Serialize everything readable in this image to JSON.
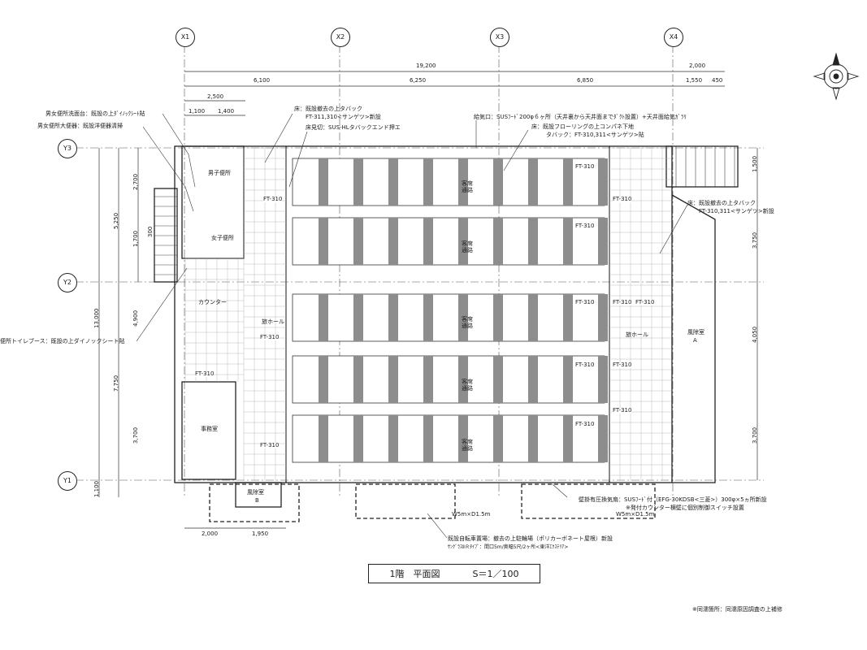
{
  "title": {
    "floor": "1階　平面図",
    "scale": "S＝1／100"
  },
  "footnote": "※同濡箇所：同濡原因調査の上補修",
  "grid_axes": {
    "x": [
      "X1",
      "X2",
      "X3",
      "X4"
    ],
    "y": [
      "Y3",
      "Y2",
      "Y1"
    ]
  },
  "dimensions": {
    "top_overall": [
      "19,200",
      "2,000"
    ],
    "top_spans": [
      "6,100",
      "6,250",
      "6,850",
      "1,550",
      "450"
    ],
    "top_left": [
      "2,500",
      "1,100",
      "1,400"
    ],
    "left": [
      "13,000",
      "5,250",
      "7,750",
      "2,700",
      "1,700",
      "300",
      "4,900",
      "3,700",
      "1,100"
    ],
    "right": [
      "1,500",
      "3,750",
      "4,050",
      "3,700"
    ],
    "bottom": [
      "2,000",
      "1,950"
    ],
    "openings": [
      "W5m×D1.5m",
      "W5m×D1.5m"
    ]
  },
  "notes": {
    "washbasin": "男女便所洗面台：既設の上ﾀﾞｲﾉｯｸｼｰﾄ貼",
    "toilet": "男女便所大便器：既設洋便器清掃",
    "booth": "便所トイレブース：既設の上ダイノックシート貼",
    "floor_left_1": "床：既設撤去の上タバック",
    "floor_left_2": "FT-311,310<サンゲツ>新設",
    "skirting": "床見切：SUS-HLタバックエンド押エ",
    "air_inlet": "給気口：SUSﾌｰﾄﾞ200φ６ヶ所（天井裏から天井面までﾀﾞｸﾄ設置）+天井面給気ｶﾞﾗﾘ",
    "floor_mid_1": "床：既設フローリングの上コンパネ下地",
    "floor_mid_2": "タバック：FT-310,311<サンゲツ>貼",
    "floor_right_1": "床：既設撤去の上タバック",
    "floor_right_2": "FT-310,311<サンゲツ>新設",
    "fan_1": "壁掛有圧換気扇：SUSﾌｰﾄﾞ付（EFG-30KDSB<三菱>）300φ×5ヵ所新設",
    "fan_2": "※発付カウンター横壁に個別制御スイッチ設置",
    "bike_1": "既設自転車置場：撤去の上駐輪場（ポリカーボネート屋根）新設",
    "bike_2": "ｻﾝｸﾞﾗｽⅡＲﾀｲﾌﾟ：間口5m/奥幅5尺/2ヶ所<東洋ｴｸｽﾃﾘｱ>"
  },
  "rooms": {
    "mens": "男子便所",
    "womens": "女子便所",
    "counter": "カウンター",
    "office": "事務室",
    "hall": "旅ホール",
    "aisle": "客席通路",
    "wind_a_1": "風除室",
    "wind_a_2": "A",
    "wind_b_1": "風除室",
    "wind_b_2": "B"
  },
  "tiles": {
    "code": "FT-310"
  }
}
